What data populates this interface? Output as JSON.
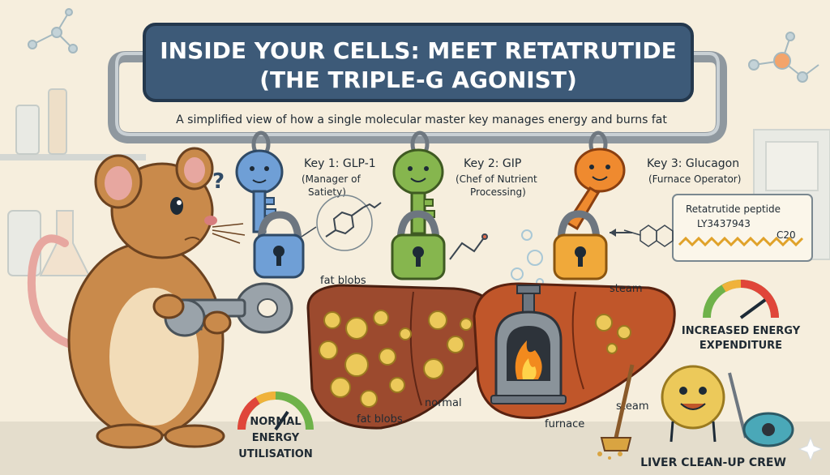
{
  "banner": {
    "title_line1": "INSIDE YOUR CELLS: MEET RETATRUTIDE",
    "title_line2": "(THE TRIPLE-G AGONIST)",
    "subtitle": "A simplified view of how a single molecular master key manages energy and burns fat"
  },
  "keys": [
    {
      "title": "Key 1: GLP-1",
      "desc_line1": "(Manager of",
      "desc_line2": "Satiety)",
      "color": "#6f9fd6"
    },
    {
      "title": "Key 2: GIP",
      "desc_line1": "(Chef of Nutrient",
      "desc_line2": "Processing)",
      "color": "#86b64e"
    },
    {
      "title": "Key 3: Glucagon",
      "desc_line1": "(Furnace Operator)",
      "desc_line2": "",
      "color": "#ef8a2f"
    }
  ],
  "peptide": {
    "name": "Retatrutide peptide",
    "code": "LY3437943",
    "chain": "C20"
  },
  "liver_labels": {
    "fat_blobs_top": "fat blobs",
    "fat_blobs_bottom": "fat blobs",
    "normal": "normal",
    "furnace": "furnace",
    "steam_top": "steam",
    "steam_bottom": "steam"
  },
  "gauges": {
    "normal_line1": "NORMAL",
    "normal_line2": "ENERGY",
    "normal_line3": "UTILISATION",
    "increased_line1": "INCREASED ENERGY",
    "increased_line2": "EXPENDITURE"
  },
  "crew_label": "LIVER CLEAN-UP CREW",
  "colors": {
    "banner_fill": "#3d5a78",
    "pipe": "#9aa3aa",
    "background": "#f6eedd",
    "liver": "#9c4a2e",
    "fat": "#ecc95a",
    "rat": "#c98a4b"
  }
}
